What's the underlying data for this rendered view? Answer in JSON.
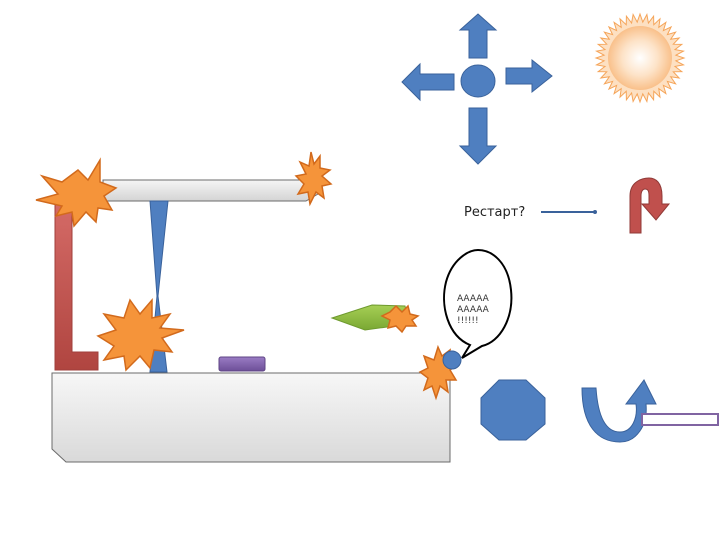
{
  "scene": {
    "restart_label": "Рестарт?",
    "speech_lines": [
      "AAAAA",
      "AAAAA",
      "!!!!!!"
    ]
  },
  "controls": {
    "dpad_icons": [
      "arrow-up-icon",
      "arrow-down-icon",
      "arrow-left-icon",
      "arrow-right-icon"
    ],
    "sun_icon": "sun-icon",
    "restart_icon": "u-turn-arrow-icon",
    "jump_icon": "curved-arrow-icon"
  },
  "colors": {
    "burst_fill": "#f5943a",
    "burst_stroke": "#d26a1c",
    "blue": "#4f7fc0",
    "blue_stroke": "#3a629b",
    "red_pillar": "#c0504d",
    "purple_block": "#7f5fa8",
    "green_platform": "#8fbc3f",
    "platform_gray": "#e6e6e6",
    "sun_fill": "#fcd5b4"
  }
}
